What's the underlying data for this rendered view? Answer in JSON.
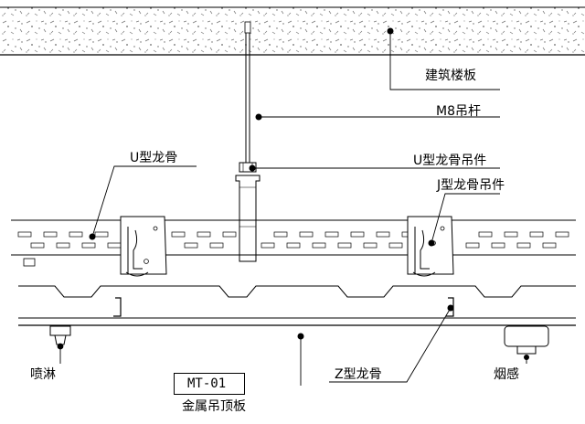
{
  "labels": {
    "slab": "建筑楼板",
    "rod": "M8吊杆",
    "u_keel": "U型龙骨",
    "u_hanger": "U型龙骨吊件",
    "j_hanger": "J型龙骨吊件",
    "sprinkler": "喷淋",
    "panel_code": "MT-01",
    "panel_name": "金属吊顶板",
    "z_keel": "Z型龙骨",
    "smoke": "烟感"
  }
}
